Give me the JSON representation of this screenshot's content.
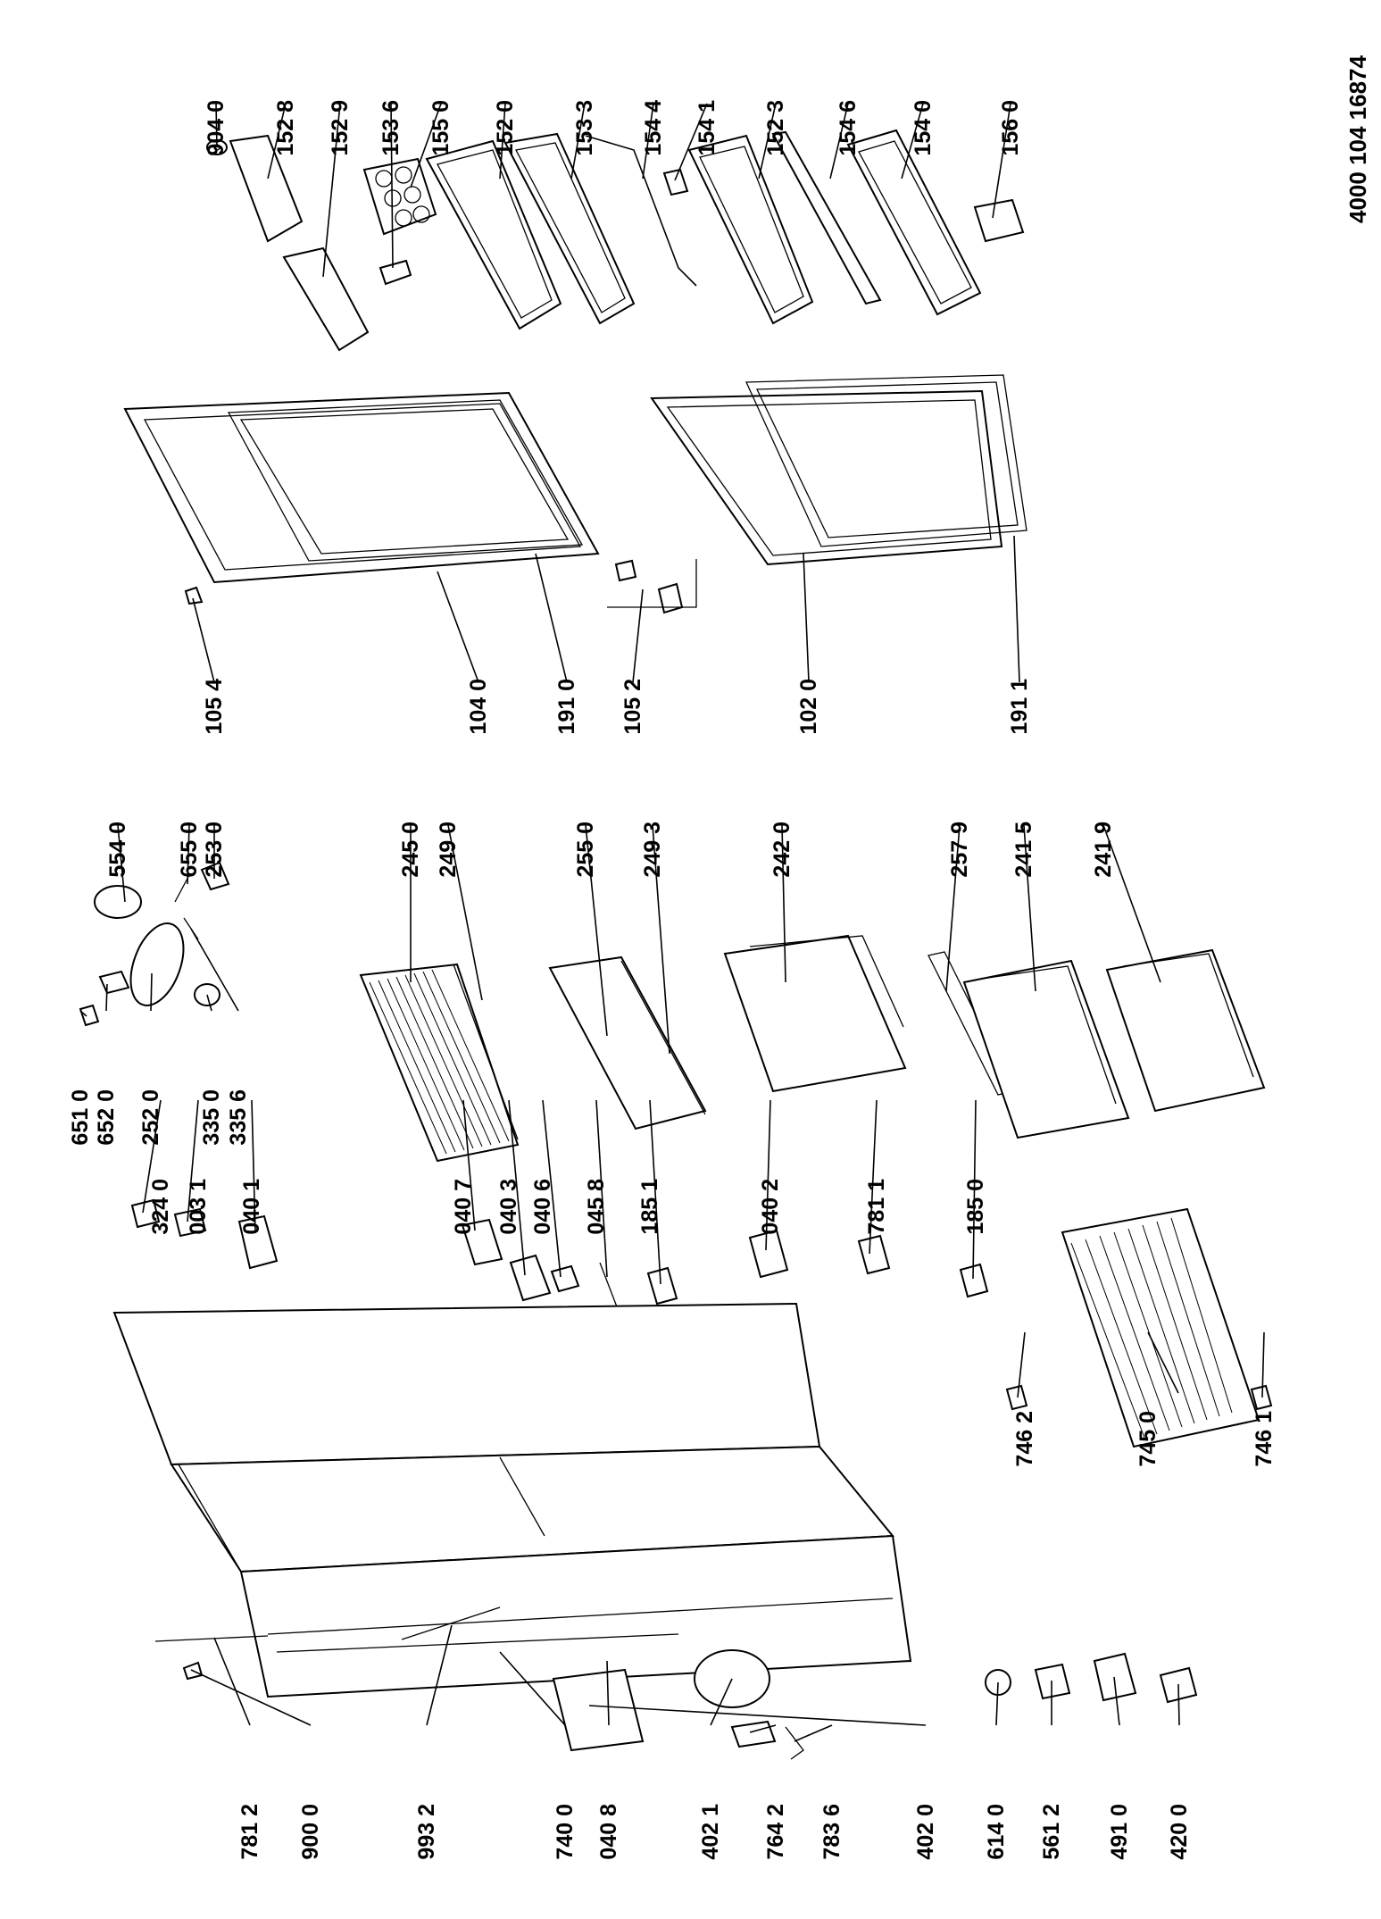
{
  "document_number": "4000 104 16874",
  "part_numbers": [
    "904 0",
    "152 8",
    "152 9",
    "153 6",
    "155 0",
    "152 0",
    "153 3",
    "154 4",
    "154 1",
    "152 3",
    "154 6",
    "154 0",
    "156 0",
    "105 4",
    "104 0",
    "191 0",
    "105 2",
    "102 0",
    "191 1",
    "651 0",
    "652 0",
    "252 0",
    "335 0",
    "335 6",
    "554 0",
    "655 0",
    "253 0",
    "245 0",
    "249 0",
    "255 0",
    "249 3",
    "242 0",
    "257 9",
    "241 5",
    "241 9",
    "324 0",
    "003 1",
    "040 1",
    "040 7",
    "040 3",
    "040 6",
    "045 8",
    "185 1",
    "040 2",
    "781 1",
    "185 0",
    "746 2",
    "745 0",
    "746 1",
    "781 2",
    "900 0",
    "993 2",
    "740 0",
    "040 8",
    "402 1",
    "764 2",
    "783 6",
    "402 0",
    "614 0",
    "561 2",
    "491 0",
    "420 0"
  ]
}
